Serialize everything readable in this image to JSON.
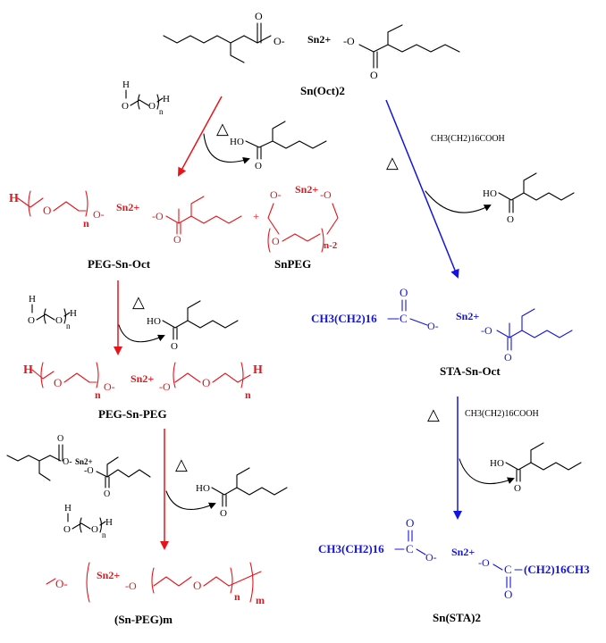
{
  "title": "",
  "colors": {
    "peg_route": "#e8141b",
    "sta_route": "#1414e0",
    "byproduct": "#000000"
  },
  "heat_symbol": "△",
  "compounds": {
    "sn_oct2": "Sn(Oct)2",
    "peg_sn_oct": "PEG-Sn-Oct",
    "snpeg": "SnPEG",
    "peg_sn_peg": "PEG-Sn-PEG",
    "sn_peg_m": "(Sn-PEG)m",
    "sta_sn_oct": "STA-Sn-Oct",
    "sn_sta2": "Sn(STA)2"
  },
  "reagents": {
    "stearic_acid": "CH3(CH2)16COOH",
    "plus": "+"
  },
  "atoms": {
    "tin_ion": "Sn2+",
    "O": "O",
    "O_minus": "O-",
    "minus_O": "-O",
    "H": "H",
    "HO": "HO",
    "C": "C",
    "n": "n",
    "m": "m",
    "n_minus_2": "n-2",
    "stearyl": "CH3(CH2)16",
    "stearyl_right": "(CH2)16CH3"
  }
}
